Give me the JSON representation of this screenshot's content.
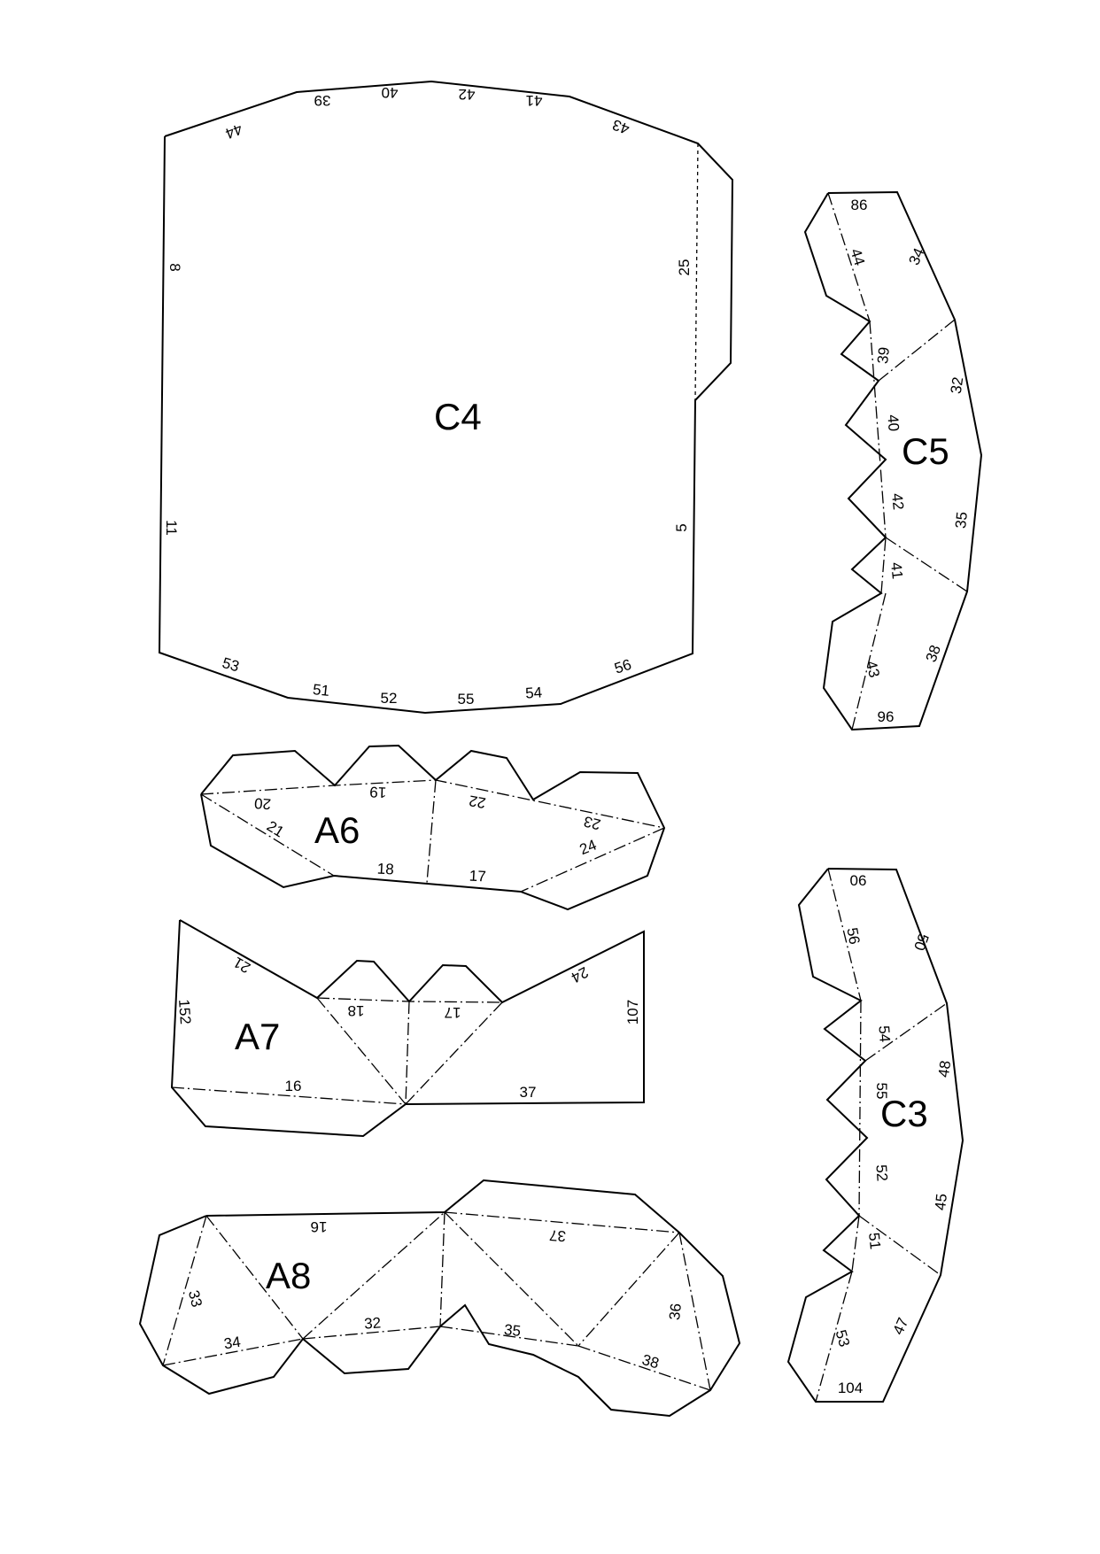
{
  "pieces": {
    "C4": {
      "name": "C4",
      "l44": "44",
      "l39": "39",
      "l40": "40",
      "l42": "42",
      "l41": "41",
      "l43": "43",
      "l8": "8",
      "l25": "25",
      "l11": "11",
      "l5": "5",
      "l53": "53",
      "l51": "51",
      "l52": "52",
      "l55": "55",
      "l54": "54",
      "l56": "56"
    },
    "C5": {
      "name": "C5",
      "l86": "86",
      "l44": "44",
      "l34": "34",
      "l39": "39",
      "l40": "40",
      "l32": "32",
      "l42": "42",
      "l35": "35",
      "l41": "41",
      "l43": "43",
      "l38": "38",
      "l96": "96"
    },
    "A6": {
      "name": "A6",
      "l20": "20",
      "l19": "19",
      "l22": "22",
      "l23": "23",
      "l21": "21",
      "l24": "24",
      "l18": "18",
      "l17": "17"
    },
    "A7": {
      "name": "A7",
      "l21": "21",
      "l152": "152",
      "l18": "18",
      "l17": "17",
      "l24": "24",
      "l107": "107",
      "l16": "16",
      "l37": "37"
    },
    "A8": {
      "name": "A8",
      "l16": "16",
      "l37": "37",
      "l33": "33",
      "l34": "34",
      "l32": "32",
      "l35": "35",
      "l36": "36",
      "l38": "38"
    },
    "C3": {
      "name": "C3",
      "l06": "06",
      "l56": "56",
      "l50": "50",
      "l54": "54",
      "l48": "48",
      "l55": "55",
      "l52": "52",
      "l45": "45",
      "l51": "51",
      "l53": "53",
      "l47": "47",
      "l104": "104"
    }
  }
}
